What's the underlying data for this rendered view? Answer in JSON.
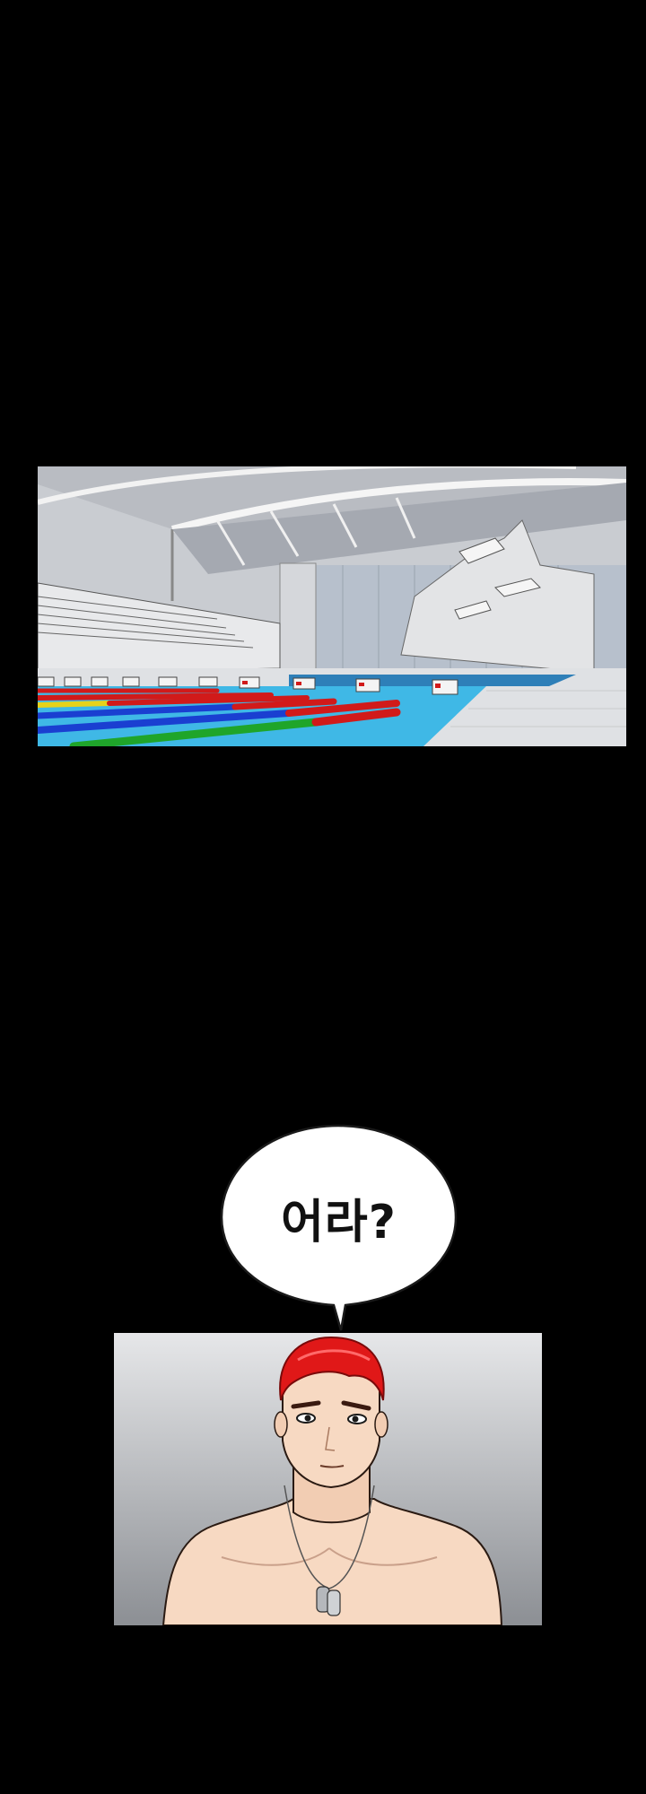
{
  "speech_bubble": {
    "text": "어라?"
  },
  "panels": [
    {
      "id": "pool-interior",
      "kind": "illustration"
    },
    {
      "id": "red-haired-swimmer",
      "kind": "illustration"
    }
  ],
  "colors": {
    "background": "#000000",
    "pool_water": "#3fb8e6",
    "lane_red": "#d11a1a",
    "lane_blue": "#1a3fd1",
    "lane_green": "#1fa52a",
    "lane_yellow": "#e6d21a",
    "hair": "#e01818",
    "skin": "#f7d9c2"
  }
}
